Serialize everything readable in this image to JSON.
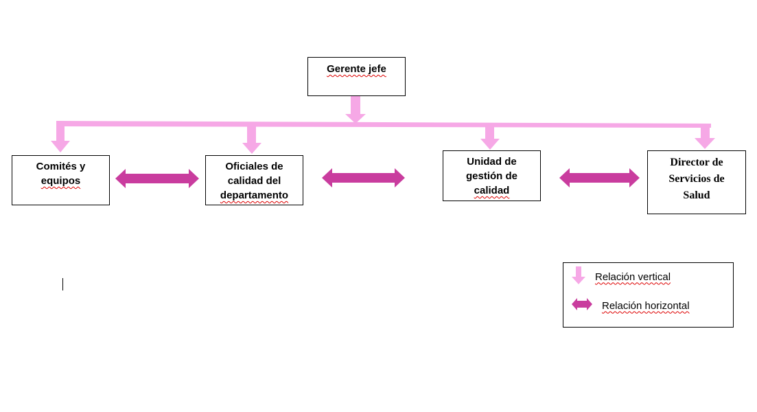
{
  "colors": {
    "vertical_arrow": "#f6a8e6",
    "horizontal_arrow": "#c93c9e",
    "spellcheck_underline": "#dd0000",
    "box_border": "#000000"
  },
  "nodes": {
    "gerente": "Gerente jefe",
    "comites_line1": "Comités y",
    "comites_line2": "equipos",
    "oficiales_line1": "Oficiales de",
    "oficiales_line2": "calidad del",
    "oficiales_line3": "departamento",
    "unidad_line1": "Unidad de",
    "unidad_line2": "gestión de",
    "unidad_line3": "calidad",
    "director_line1": "Director de",
    "director_line2": "Servicios de",
    "director_line3": "Salud"
  },
  "legend": {
    "vertical_icon": "down-arrow-icon",
    "vertical_label": "Relación vertical",
    "horizontal_icon": "double-headed-arrow-icon",
    "horizontal_label": "Relación horizontal"
  }
}
